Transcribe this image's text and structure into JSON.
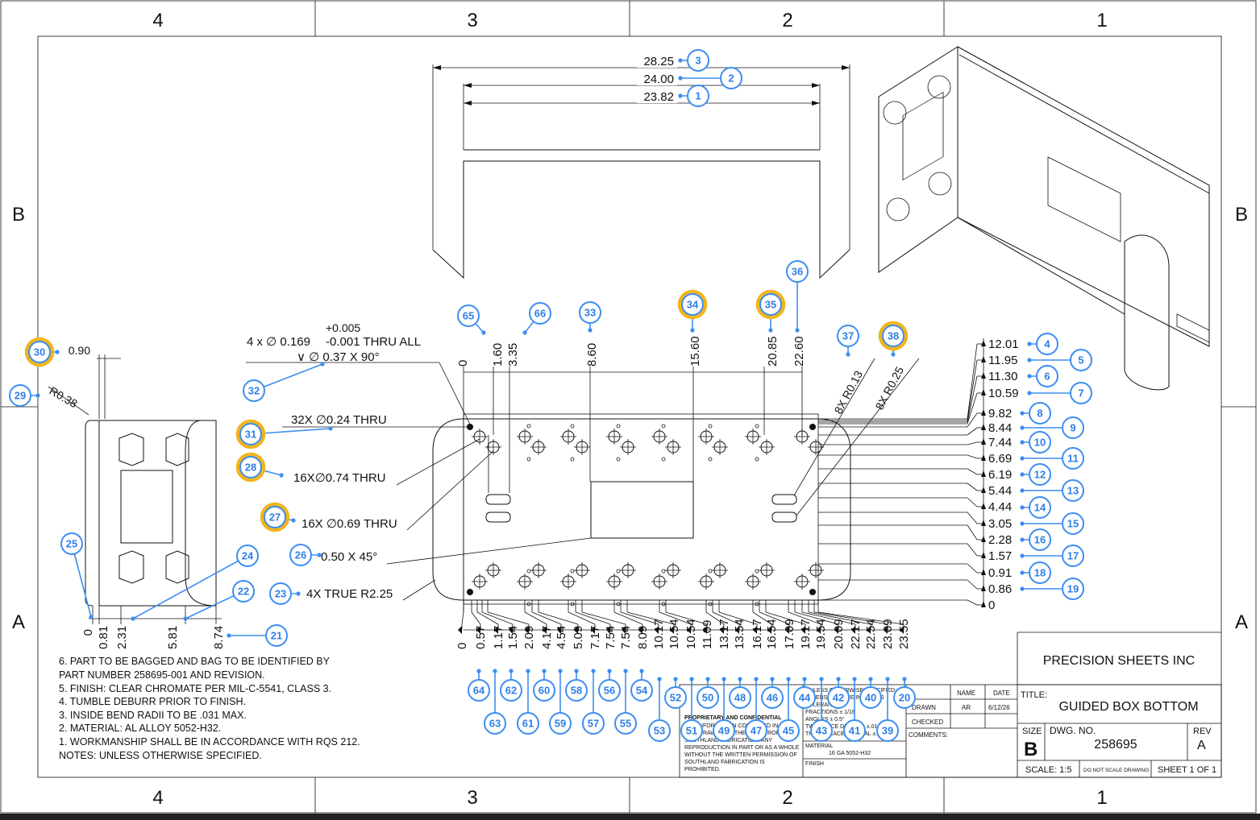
{
  "zone_columns": [
    "4",
    "3",
    "2",
    "1"
  ],
  "zone_rows": [
    "B",
    "A"
  ],
  "dims_top": [
    "28.25",
    "24.00",
    "23.82"
  ],
  "dims_vertical_top": [
    "0",
    "1.60",
    "3.35",
    "8.60",
    "15.60",
    "20.85",
    "22.60"
  ],
  "dims_right": [
    "12.01",
    "11.95",
    "11.30",
    "10.59",
    "9.82",
    "8.44",
    "7.44",
    "6.69",
    "6.19",
    "5.44",
    "4.44",
    "3.05",
    "2.28",
    "1.57",
    "0.91",
    "0.86",
    "0"
  ],
  "dims_bottom": [
    "0",
    "0.57",
    "1.17",
    "1.54",
    "2.09",
    "4.17",
    "4.54",
    "5.09",
    "7.17",
    "7.54",
    "7.54",
    "8.09",
    "10.17",
    "10.54",
    "10.54",
    "11.09",
    "13.17",
    "13.54",
    "16.17",
    "16.54",
    "17.09",
    "19.17",
    "19.54",
    "20.09",
    "22.17",
    "22.54",
    "23.09",
    "23.55"
  ],
  "dims_side": [
    "0",
    "0.81",
    "2.31",
    "5.81",
    "8.74"
  ],
  "dim_090": "0.90",
  "dim_r038": "R0.38",
  "callouts": {
    "hole_spec_line1": "4 x ∅ 0.169",
    "hole_tol_plus": "+0.005",
    "hole_tol_minus": "-0.001 THRU ALL",
    "csk": "∨ ∅ 0.37 X 90°",
    "holes_32": "32X ∅0.24 THRU",
    "holes_074": "16X∅0.74 THRU",
    "holes_069": "16X ∅0.69 THRU",
    "chamfer": "0.50 X 45°",
    "radius_true": "4X TRUE R2.25",
    "r013": "8X R0.13",
    "r025": "8X R0.25"
  },
  "notes": [
    "6. PART TO BE BAGGED AND BAG TO BE IDENTIFIED BY",
    "PART NUMBER 258695-001 AND REVISION.",
    "5. FINISH: CLEAR CHROMATE PER MIL-C-5541, CLASS 3.",
    "4. TUMBLE DEBURR PRIOR TO FINISH.",
    "3. INSIDE BEND RADII TO BE .031 MAX.",
    "2. MATERIAL: AL ALLOY 5052-H32.",
    "1. WORKMANSHIP SHALL BE IN ACCORDANCE WITH RQS 212.",
    "NOTES: UNLESS OTHERWISE SPECIFIED."
  ],
  "title_block": {
    "company": "PRECISION SHEETS INC",
    "title_label": "TITLE:",
    "title": "GUIDED BOX BOTTOM",
    "size_label": "SIZE",
    "size": "B",
    "dwg_label": "DWG. NO.",
    "dwg_no": "258695",
    "rev_label": "REV",
    "rev": "A",
    "scale": "SCALE: 1:5",
    "do_not_scale": "DO NOT SCALE DRAWING",
    "sheet": "SHEET 1 OF 1",
    "name_label": "NAME",
    "date_label": "DATE",
    "drawn_label": "DRAWN",
    "drawn_name": "AR",
    "drawn_date": "6/12/26",
    "checked_label": "CHECKED",
    "comments_label": "COMMENTS:",
    "proprietary_title": "PROPRIETARY AND CONFIDENTIAL",
    "proprietary_lines": [
      "THE INFORMATION CONTAINED IN",
      "THIS DRAWING IS THE SOLE PROPERTY",
      "SOUTHLAND FABRICATION. ANY",
      "REPRODUCTION IN PART OR AS A WHOLE",
      "WITHOUT THE WRITTEN PERMISSION OF",
      "SOUTHLAND FABRICATION IS",
      "PROHIBITED."
    ],
    "tol_lines": [
      "UNLESS OTHERWISE SPECIFIED:",
      "DIMENSIONS ARE IN INCHES",
      "TOLERANCES:",
      "FRACTIONS ± 1/16",
      "ANGLES ± 0.5°",
      "TWO PLACE DECIMAL ±.01",
      "THREE PLACE DECIMAL ±.005"
    ],
    "material_label": "MATERIAL",
    "material": "16 GA 5052-H32",
    "finish_label": "FINISH"
  },
  "balloons": [
    "1",
    "2",
    "3",
    "4",
    "5",
    "6",
    "7",
    "8",
    "9",
    "10",
    "11",
    "12",
    "13",
    "14",
    "15",
    "16",
    "17",
    "18",
    "19",
    "20",
    "21",
    "22",
    "23",
    "24",
    "25",
    "26",
    "27",
    "28",
    "29",
    "30",
    "31",
    "32",
    "33",
    "34",
    "35",
    "36",
    "37",
    "38",
    "39",
    "40",
    "41",
    "42",
    "43",
    "44",
    "45",
    "46",
    "47",
    "48",
    "49",
    "50",
    "51",
    "52",
    "53",
    "54",
    "55",
    "56",
    "57",
    "58",
    "59",
    "60",
    "61",
    "62",
    "63",
    "64",
    "65",
    "66"
  ],
  "highlighted_balloons": [
    "27",
    "28",
    "30",
    "31",
    "34",
    "35",
    "38"
  ],
  "colors": {
    "balloon": "#3d8ef0",
    "highlight": "#f1b51c",
    "line": "#111111"
  }
}
